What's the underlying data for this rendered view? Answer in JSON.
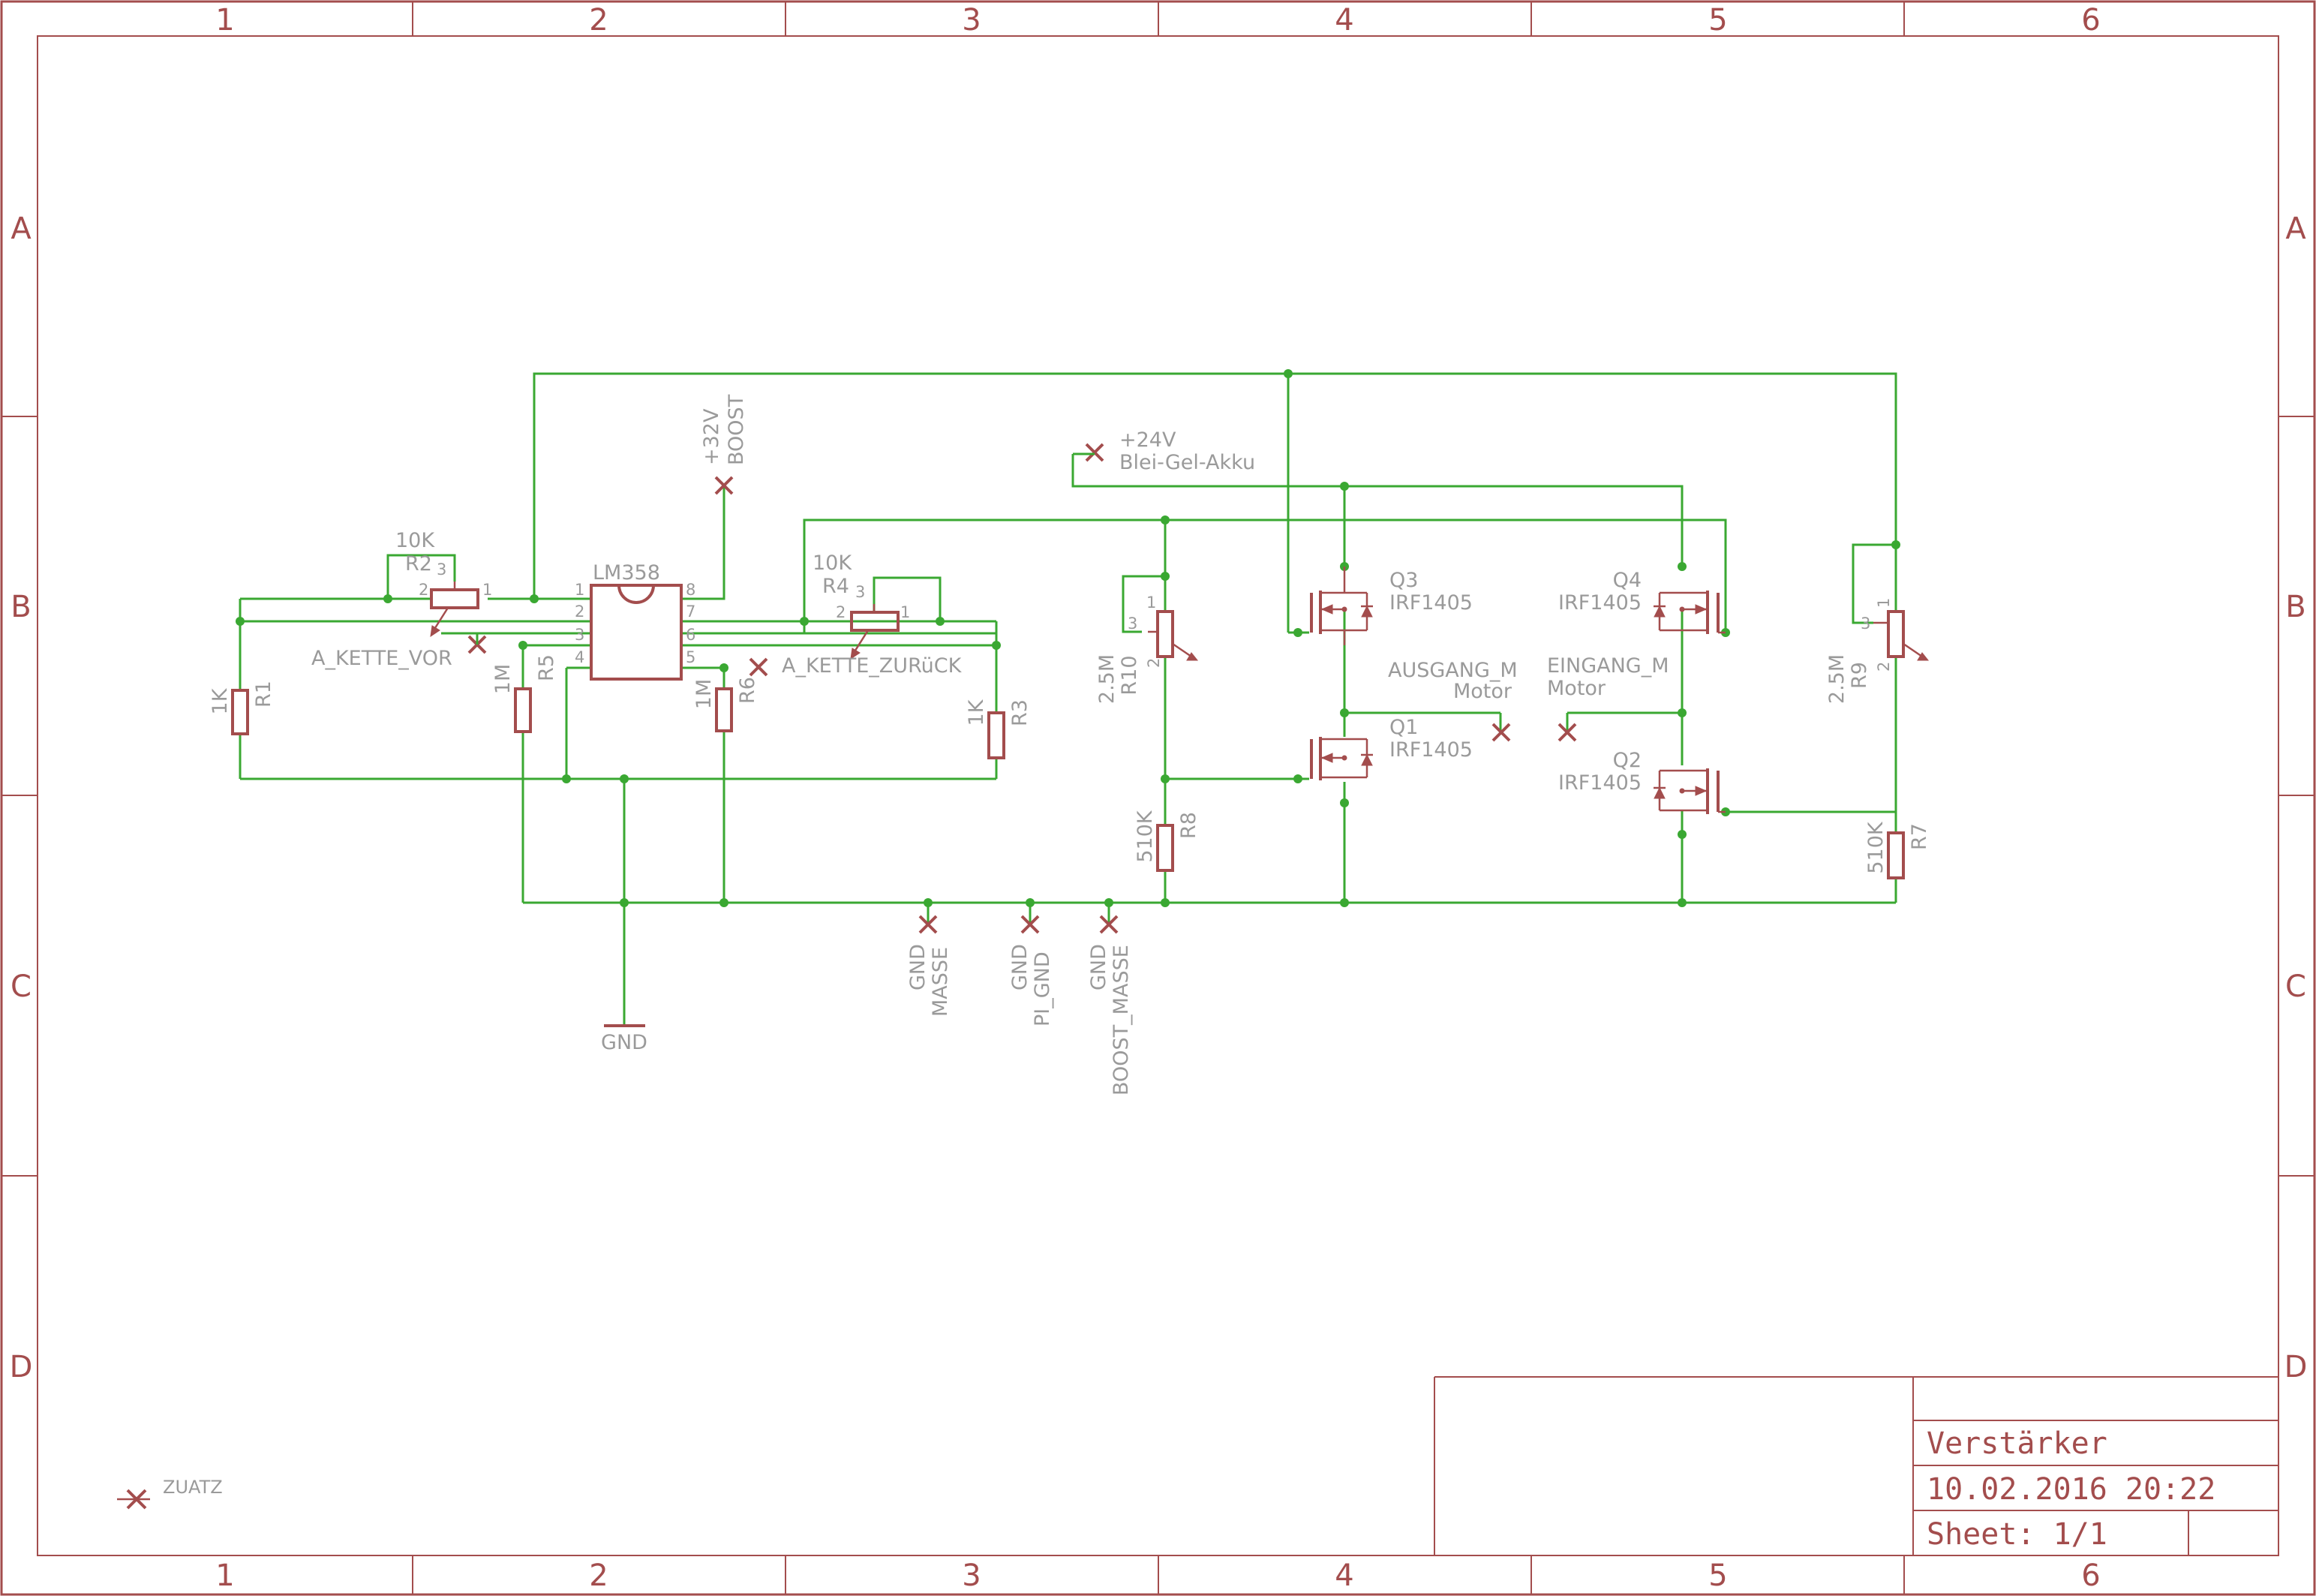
{
  "frame": {
    "columns": [
      "1",
      "2",
      "3",
      "4",
      "5",
      "6"
    ],
    "rows": [
      "A",
      "B",
      "C",
      "D"
    ]
  },
  "title_block": {
    "title": "Verstärker",
    "date": "10.02.2016 20:22",
    "sheet": "Sheet: 1/1"
  },
  "parts": {
    "r2": {
      "name": "R2",
      "value": "10K"
    },
    "r4": {
      "name": "R4",
      "value": "10K"
    },
    "r1": {
      "name": "R1",
      "value": "1K"
    },
    "r3": {
      "name": "R3",
      "value": "1K"
    },
    "r5": {
      "name": "R5",
      "value": "1M"
    },
    "r6": {
      "name": "R6",
      "value": "1M"
    },
    "r10": {
      "name": "R10",
      "value": "2.5M"
    },
    "r9": {
      "name": "R9",
      "value": "2.5M"
    },
    "r8": {
      "name": "R8",
      "value": "510K"
    },
    "r7": {
      "name": "R7",
      "value": "510K"
    },
    "ic": {
      "name": "LM358"
    },
    "q1": {
      "name": "Q1",
      "value": "IRF1405"
    },
    "q2": {
      "name": "Q2",
      "value": "IRF1405"
    },
    "q3": {
      "name": "Q3",
      "value": "IRF1405"
    },
    "q4": {
      "name": "Q4",
      "value": "IRF1405"
    }
  },
  "pins": {
    "ic": [
      "1",
      "2",
      "3",
      "4",
      "5",
      "6",
      "7",
      "8"
    ],
    "pot": [
      "1",
      "2",
      "3"
    ]
  },
  "nets": {
    "boost_top": "+32V",
    "boost_bottom": "BOOST",
    "akku_top": "+24V",
    "akku_bottom": "Blei-Gel-Akku",
    "kette_vor": "A_KETTE_VOR",
    "kette_zurueck": "A_KETTE_ZURüCK",
    "ausgang_top": "AUSGANG_M",
    "ausgang_bottom": "Motor",
    "eingang_top": "EINGANG_M",
    "eingang_bottom": "Motor",
    "gnd": "GND",
    "masse": "MASSE",
    "pi_gnd": "PI_GND",
    "boost_masse": "BOOST_MASSE",
    "zuatz": "ZUATZ"
  }
}
